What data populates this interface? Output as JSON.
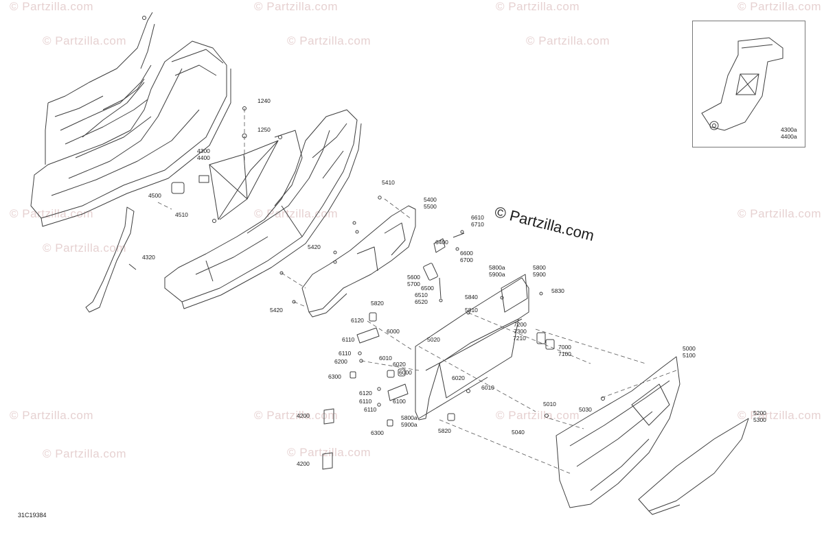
{
  "diagram": {
    "brand_watermark": "© Partzilla.com",
    "repeat_watermark": "© Partzilla.com",
    "diagram_code": "31C19384",
    "colors": {
      "line": "#3c3c3c",
      "dash": "#555555",
      "watermark": "#e2c9c9"
    },
    "callouts": [
      {
        "id": "c1240",
        "text": "1240"
      },
      {
        "id": "c1250",
        "text": "1250"
      },
      {
        "id": "c4300",
        "text": "4300\n4400"
      },
      {
        "id": "c4500",
        "text": "4500"
      },
      {
        "id": "c4510",
        "text": "4510"
      },
      {
        "id": "c4320",
        "text": "4320"
      },
      {
        "id": "c5410",
        "text": "5410"
      },
      {
        "id": "c5400",
        "text": "5400\n5500"
      },
      {
        "id": "c5420a",
        "text": "5420"
      },
      {
        "id": "c5420b",
        "text": "5420"
      },
      {
        "id": "c6610",
        "text": "6610\n6710"
      },
      {
        "id": "c6400",
        "text": "6400"
      },
      {
        "id": "c6600",
        "text": "6600\n6700"
      },
      {
        "id": "c5600",
        "text": "5600\n5700"
      },
      {
        "id": "c6500",
        "text": "6500"
      },
      {
        "id": "c6510",
        "text": "6510\n6520"
      },
      {
        "id": "c5800a",
        "text": "5800a\n5900a"
      },
      {
        "id": "c5800",
        "text": "5800\n5900"
      },
      {
        "id": "c5830",
        "text": "5830"
      },
      {
        "id": "c5840",
        "text": "5840"
      },
      {
        "id": "c5810",
        "text": "5810"
      },
      {
        "id": "c5820a",
        "text": "5820"
      },
      {
        "id": "c6120a",
        "text": "6120"
      },
      {
        "id": "c6000a",
        "text": "6000"
      },
      {
        "id": "c6110a",
        "text": "6110"
      },
      {
        "id": "c5020",
        "text": "5020"
      },
      {
        "id": "c7200",
        "text": "7200\n7300"
      },
      {
        "id": "c7210",
        "text": "7210"
      },
      {
        "id": "c7000",
        "text": "7000\n7100"
      },
      {
        "id": "c6110b",
        "text": "6110"
      },
      {
        "id": "c6200",
        "text": "6200"
      },
      {
        "id": "c6010a",
        "text": "6010"
      },
      {
        "id": "c6020a",
        "text": "6020"
      },
      {
        "id": "c6000b",
        "text": "6000"
      },
      {
        "id": "c6300a",
        "text": "6300"
      },
      {
        "id": "c6020b",
        "text": "6020"
      },
      {
        "id": "c6010b",
        "text": "6010"
      },
      {
        "id": "c6120b",
        "text": "6120"
      },
      {
        "id": "c6110c",
        "text": "6110"
      },
      {
        "id": "c6100",
        "text": "6100"
      },
      {
        "id": "c6110d",
        "text": "6110"
      },
      {
        "id": "c5800a2",
        "text": "5800a\n5900a"
      },
      {
        "id": "c6300b",
        "text": "6300"
      },
      {
        "id": "c5820b",
        "text": "5820"
      },
      {
        "id": "c4200a",
        "text": "4200"
      },
      {
        "id": "c4200b",
        "text": "4200"
      },
      {
        "id": "c5000",
        "text": "5000\n5100"
      },
      {
        "id": "c5010",
        "text": "5010"
      },
      {
        "id": "c5030",
        "text": "5030"
      },
      {
        "id": "c5040",
        "text": "5040"
      },
      {
        "id": "c5200",
        "text": "5200\n5300"
      },
      {
        "id": "c4300a",
        "text": "4300a\n4400a"
      }
    ]
  }
}
